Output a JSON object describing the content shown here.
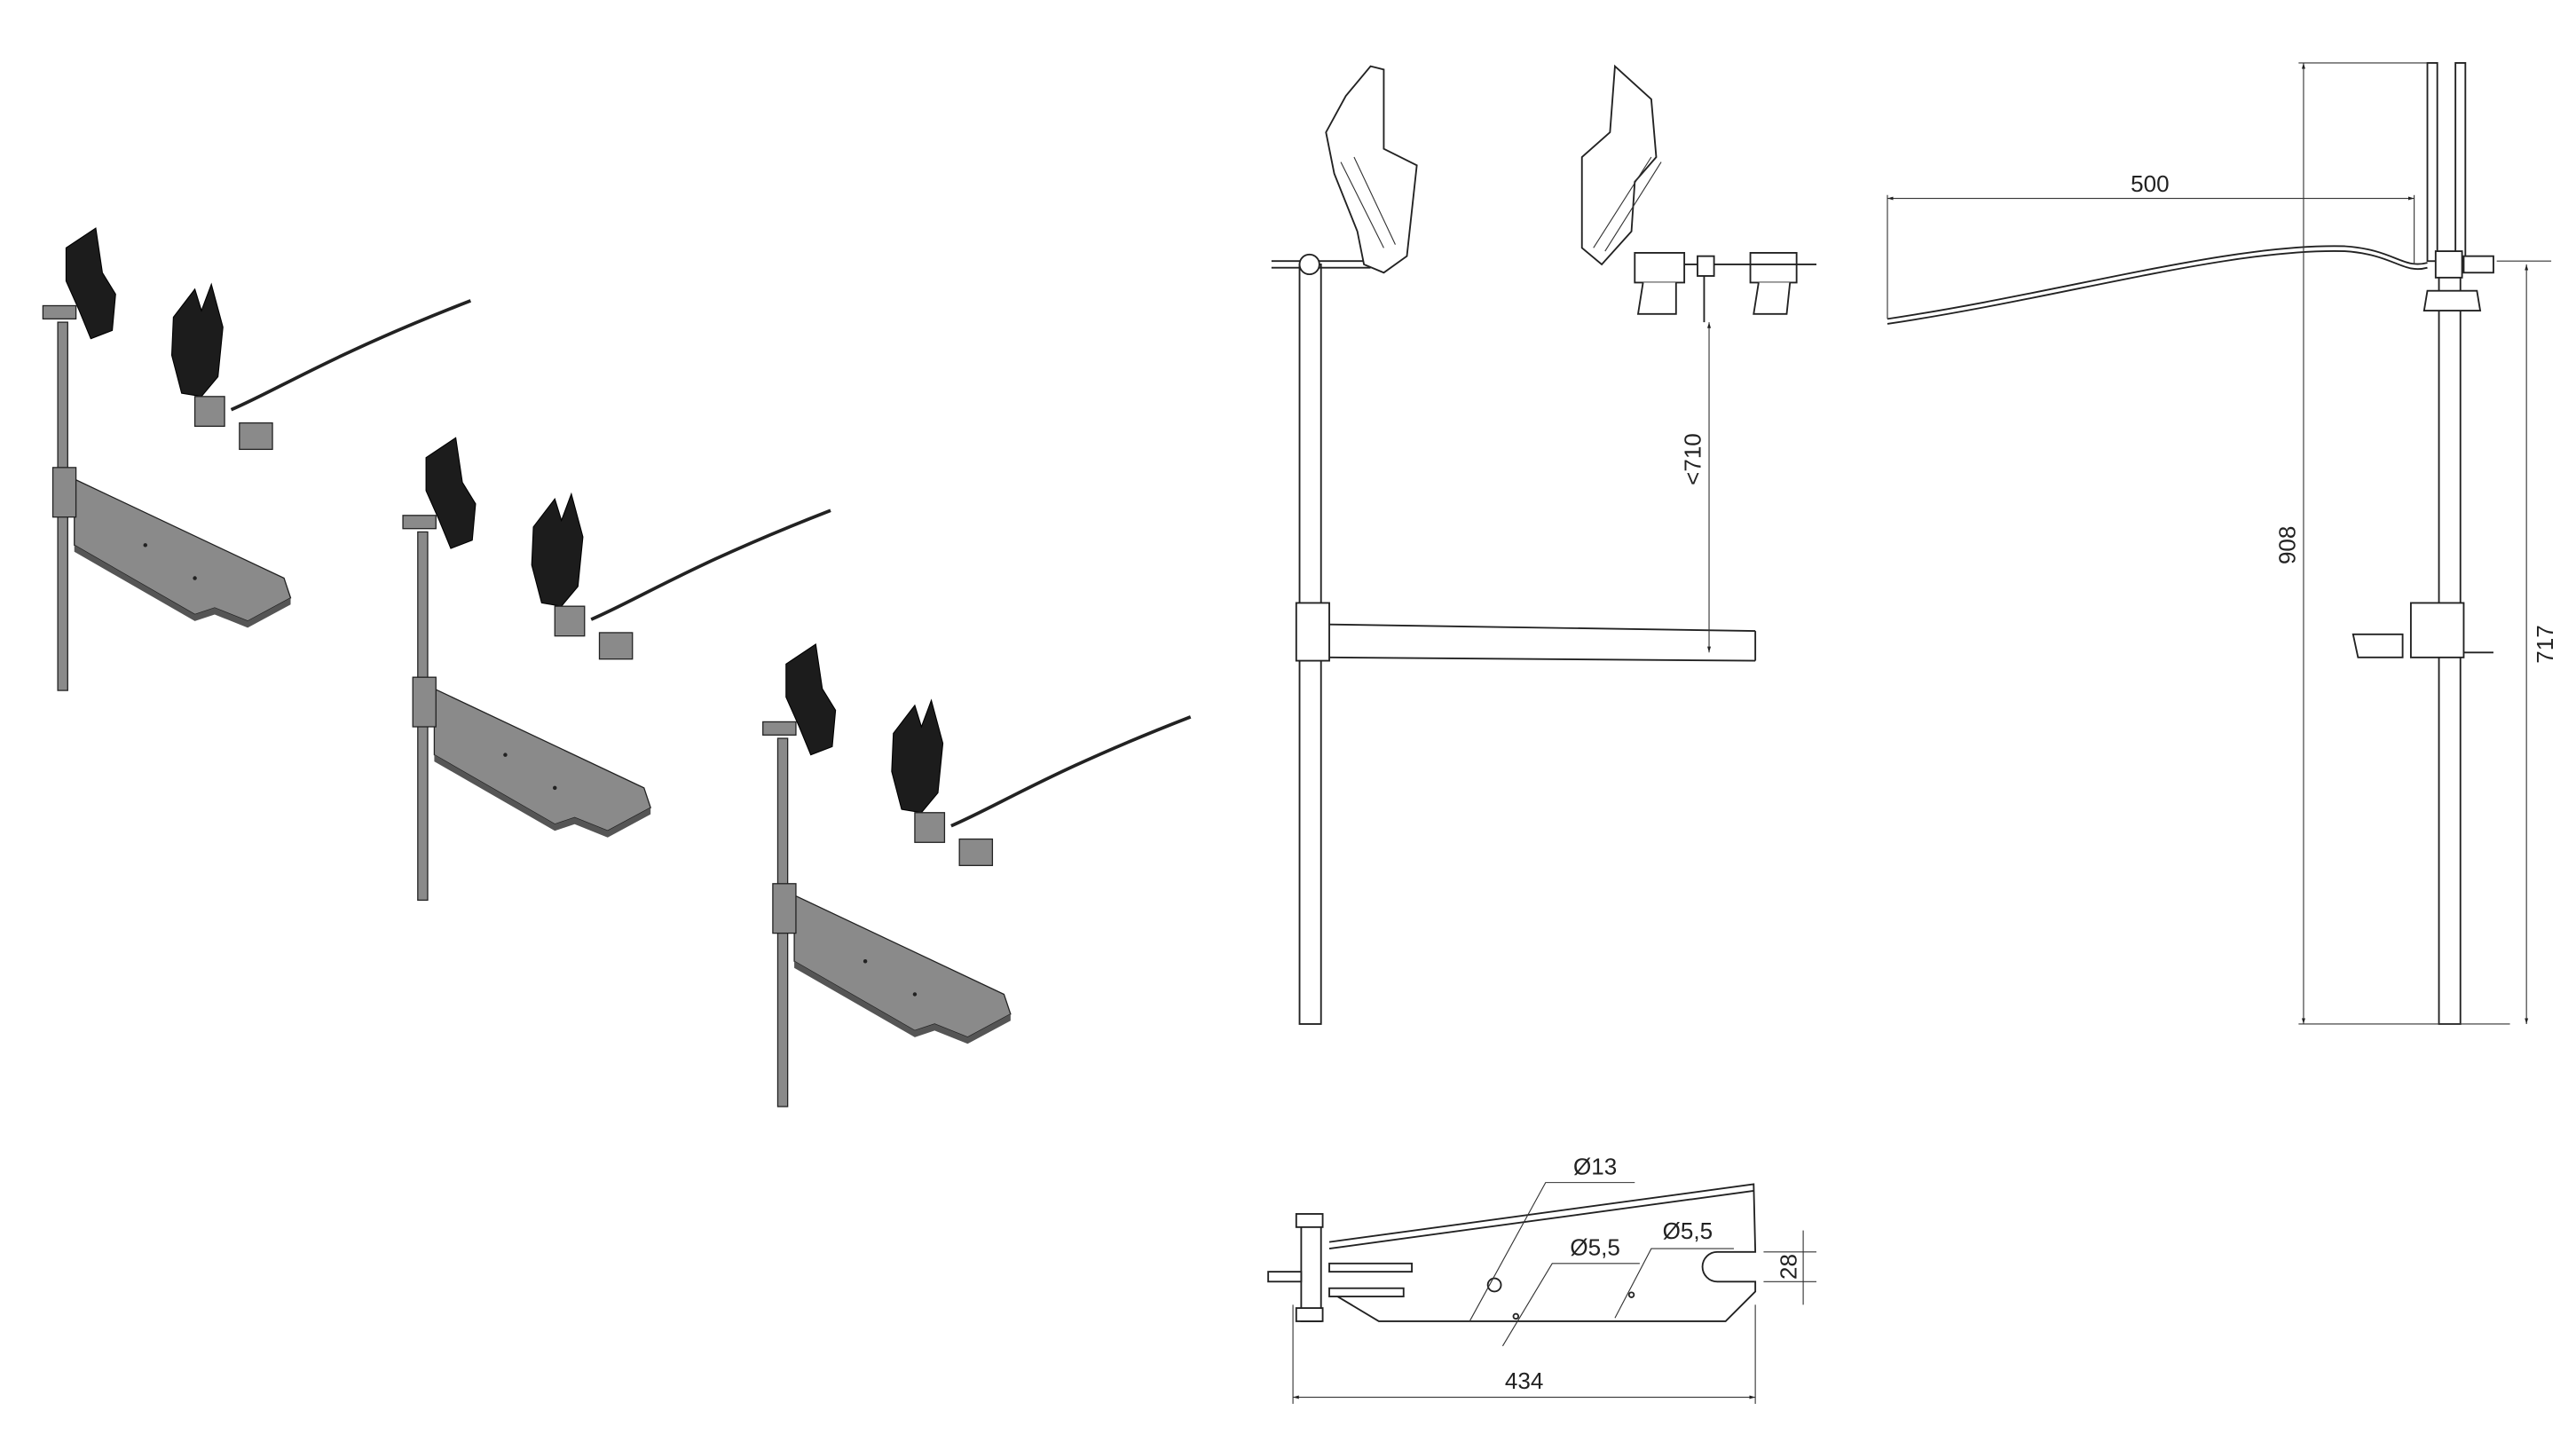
{
  "front_view": {
    "height_dim": "<710"
  },
  "side_view": {
    "arm_length_dim": "500",
    "total_height_dim": "908",
    "clamp_height_dim": "717"
  },
  "bottom_view": {
    "hole_large_dim": "Ø13",
    "hole_small_dim_1": "Ø5,5",
    "hole_small_dim_2": "Ø5,5",
    "slot_width_dim": "28",
    "plate_length_dim": "434"
  }
}
